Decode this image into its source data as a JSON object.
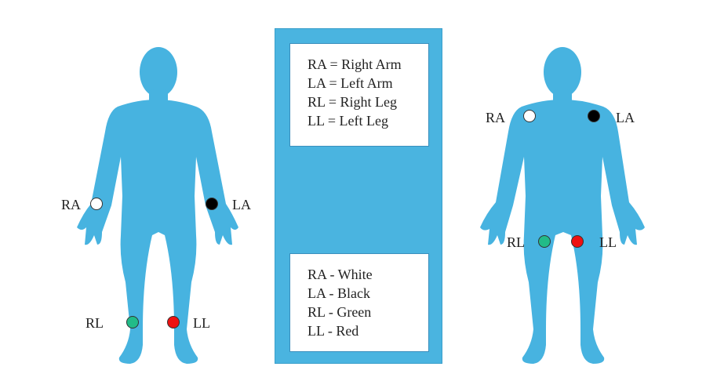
{
  "legend_abbreviations": [
    "RA = Right Arm",
    "LA = Left Arm",
    "RL = Right Leg",
    "LL = Left Leg"
  ],
  "legend_colors": [
    "RA - White",
    "LA - Black",
    "RL - Green",
    "LL - Red"
  ],
  "figures": [
    {
      "placement": "limb",
      "electrodes": [
        {
          "label": "RA",
          "color": "#ffffff"
        },
        {
          "label": "LA",
          "color": "#000000"
        },
        {
          "label": "RL",
          "color": "#22bb88"
        },
        {
          "label": "LL",
          "color": "#ee1111"
        }
      ]
    },
    {
      "placement": "torso",
      "electrodes": [
        {
          "label": "RA",
          "color": "#ffffff"
        },
        {
          "label": "LA",
          "color": "#000000"
        },
        {
          "label": "RL",
          "color": "#22bb88"
        },
        {
          "label": "LL",
          "color": "#ee1111"
        }
      ]
    }
  ],
  "colors": {
    "body": "#47b3e0",
    "panel": "#4ab4e0"
  }
}
